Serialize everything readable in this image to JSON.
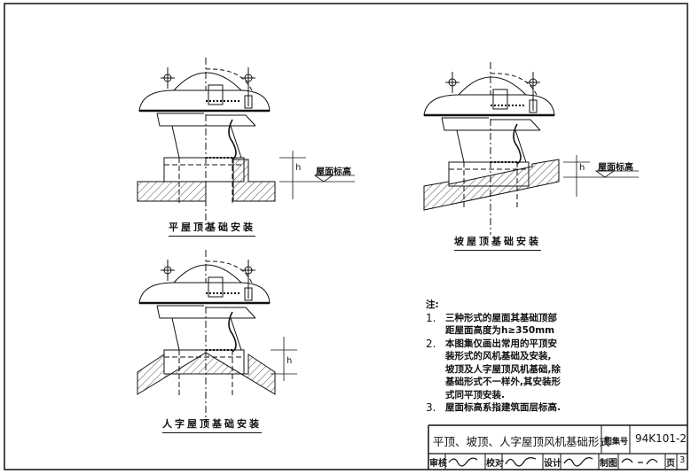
{
  "drawings": [
    {
      "caption": "平屋顶基础安装",
      "level_label": "屋面标高",
      "dim_label": "h"
    },
    {
      "caption": "坡屋顶基础安装",
      "level_label": "屋面标高",
      "dim_label": "h"
    },
    {
      "caption": "人字屋顶基础安装",
      "dim_label": "h"
    }
  ],
  "notes": {
    "heading": "注:",
    "items": [
      {
        "num": "1.",
        "lines": [
          "三种形式的屋面其基础顶部",
          "距屋面高度为h≥350mm"
        ]
      },
      {
        "num": "2.",
        "lines": [
          "本图集仅画出常用的平顶安",
          "装形式的风机基础及安装,",
          "坡顶及人字屋顶风机基础,除",
          "基础形式不一样外,其安装形",
          "式同平顶安装."
        ]
      },
      {
        "num": "3.",
        "lines": [
          "屋面标高系指建筑面层标高."
        ]
      }
    ]
  },
  "title_block": {
    "title": "平顶、坡顶、人字屋顶风机基础形式",
    "atlas_label": "图集号",
    "atlas_no": "94K101-2",
    "review_label": "审核",
    "check_label": "校对",
    "design_label": "设计",
    "drawn_label": "制图",
    "page_label": "页",
    "page_no": "3"
  }
}
